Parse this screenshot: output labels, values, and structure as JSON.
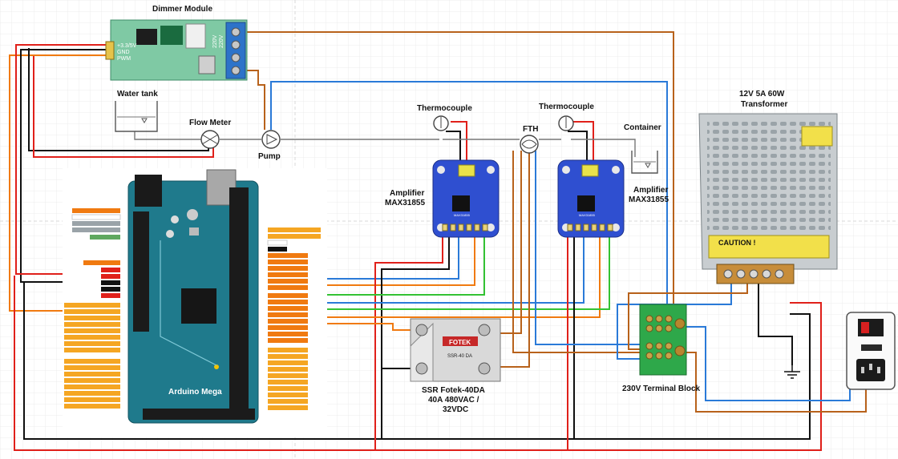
{
  "labels": {
    "dimmer": "Dimmer Module",
    "water_tank": "Water tank",
    "flow_meter": "Flow Meter",
    "pump": "Pump",
    "thermocouple_1": "Thermocouple",
    "thermocouple_2": "Thermocouple",
    "fth": "FTH",
    "container": "Container",
    "transformer_line1": "12V 5A 60W",
    "transformer_line2": "Transformer",
    "amp1_line1": "Amplifier",
    "amp1_line2": "MAX31855",
    "amp2_line1": "Amplifier",
    "amp2_line2": "MAX31855",
    "arduino": "Arduino Mega",
    "ssr_line1": "SSR Fotek-40DA",
    "ssr_line2": "40A 480VAC /",
    "ssr_line3": "32VDC",
    "terminal_block": "230V Terminal Block"
  },
  "dimmer_pins": [
    "+3.3/5V",
    "GND",
    "PWM"
  ],
  "dimmer_side": [
    "220V",
    "220V"
  ],
  "caution": "CAUTION !",
  "ssr_brand": "FOTEK",
  "ssr_text": "SSR-40 DA",
  "amp_text": "MAX31855",
  "colors": {
    "red": "#e0201a",
    "black": "#111111",
    "blue": "#2a7ad8",
    "brown": "#b8621b",
    "orange": "#f07a10",
    "green": "#33c233",
    "board_teal": "#1f7a8c",
    "amp_blue": "#2f4fd0",
    "terminal_green": "#2ea84a"
  },
  "icons": [
    "ground-symbol-icon",
    "power-switch-icon",
    "iec-power-inlet-icon",
    "thermocouple-probe-icon",
    "pump-icon",
    "flow-meter-icon",
    "fth-sensor-icon",
    "water-tank-icon",
    "container-icon"
  ]
}
